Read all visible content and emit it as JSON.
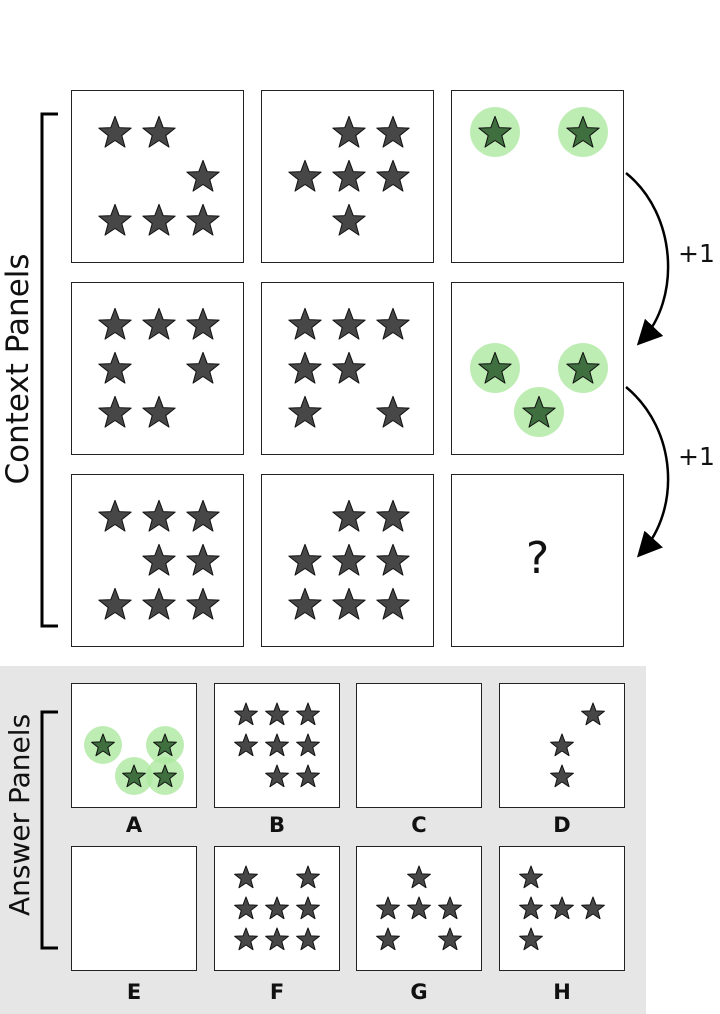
{
  "labels": {
    "context": "Context Panels",
    "answer": "Answer Panels",
    "question": "?",
    "increment_1": "+1",
    "increment_2": "+1"
  },
  "colors": {
    "star_fill": "#474747",
    "highlight_star_fill": "#3f6e3f",
    "highlight_circle": "#aee8a0",
    "border": "#222222",
    "answer_background": "#e6e6e6"
  },
  "icons": {
    "star": "star-icon",
    "highlighted_star": "highlighted-star-icon",
    "arrow": "curved-arrow-icon"
  },
  "context_panels": [
    {
      "name": "r1c1",
      "stars": [
        [
          0,
          0
        ],
        [
          1,
          0
        ],
        [
          2,
          1
        ],
        [
          0,
          2
        ],
        [
          1,
          2
        ],
        [
          2,
          2
        ]
      ],
      "highlight": false
    },
    {
      "name": "r1c2",
      "stars": [
        [
          1,
          0
        ],
        [
          2,
          0
        ],
        [
          0,
          1
        ],
        [
          1,
          1
        ],
        [
          2,
          1
        ],
        [
          1,
          2
        ]
      ],
      "highlight": false
    },
    {
      "name": "r1c3",
      "stars": [
        [
          0,
          0
        ],
        [
          2,
          0
        ]
      ],
      "highlight": true
    },
    {
      "name": "r2c1",
      "stars": [
        [
          0,
          0
        ],
        [
          1,
          0
        ],
        [
          2,
          0
        ],
        [
          0,
          1
        ],
        [
          2,
          1
        ],
        [
          0,
          2
        ],
        [
          1,
          2
        ]
      ],
      "highlight": false
    },
    {
      "name": "r2c2",
      "stars": [
        [
          0,
          0
        ],
        [
          1,
          0
        ],
        [
          2,
          0
        ],
        [
          0,
          1
        ],
        [
          1,
          1
        ],
        [
          0,
          2
        ],
        [
          2,
          2
        ]
      ],
      "highlight": false
    },
    {
      "name": "r2c3",
      "stars": [
        [
          0,
          1
        ],
        [
          2,
          1
        ],
        [
          1,
          2
        ]
      ],
      "highlight": true
    },
    {
      "name": "r3c1",
      "stars": [
        [
          0,
          0
        ],
        [
          1,
          0
        ],
        [
          2,
          0
        ],
        [
          1,
          1
        ],
        [
          2,
          1
        ],
        [
          0,
          2
        ],
        [
          1,
          2
        ],
        [
          2,
          2
        ]
      ],
      "highlight": false
    },
    {
      "name": "r3c2",
      "stars": [
        [
          1,
          0
        ],
        [
          2,
          0
        ],
        [
          0,
          1
        ],
        [
          1,
          1
        ],
        [
          2,
          1
        ],
        [
          0,
          2
        ],
        [
          1,
          2
        ],
        [
          2,
          2
        ]
      ],
      "highlight": false
    },
    {
      "name": "r3c3",
      "stars": [],
      "highlight": false,
      "question": true
    }
  ],
  "answer_panels": [
    {
      "letter": "A",
      "stars": [
        [
          0,
          1
        ],
        [
          2,
          1
        ],
        [
          1,
          2
        ],
        [
          2,
          2
        ]
      ],
      "highlight": true
    },
    {
      "letter": "B",
      "stars": [
        [
          0,
          0
        ],
        [
          1,
          0
        ],
        [
          2,
          0
        ],
        [
          0,
          1
        ],
        [
          1,
          1
        ],
        [
          2,
          1
        ],
        [
          1,
          2
        ],
        [
          2,
          2
        ]
      ],
      "highlight": false
    },
    {
      "letter": "C",
      "stars": [],
      "highlight": false
    },
    {
      "letter": "D",
      "stars": [
        [
          2,
          0
        ],
        [
          1,
          1
        ],
        [
          1,
          2
        ]
      ],
      "highlight": false
    },
    {
      "letter": "E",
      "stars": [],
      "highlight": false
    },
    {
      "letter": "F",
      "stars": [
        [
          0,
          0
        ],
        [
          2,
          0
        ],
        [
          0,
          1
        ],
        [
          1,
          1
        ],
        [
          2,
          1
        ],
        [
          0,
          2
        ],
        [
          1,
          2
        ],
        [
          2,
          2
        ]
      ],
      "highlight": false
    },
    {
      "letter": "G",
      "stars": [
        [
          1,
          0
        ],
        [
          0,
          1
        ],
        [
          1,
          1
        ],
        [
          2,
          1
        ],
        [
          0,
          2
        ],
        [
          2,
          2
        ]
      ],
      "highlight": false
    },
    {
      "letter": "H",
      "stars": [
        [
          0,
          0
        ],
        [
          0,
          1
        ],
        [
          1,
          1
        ],
        [
          2,
          1
        ],
        [
          0,
          2
        ]
      ],
      "highlight": false
    }
  ]
}
